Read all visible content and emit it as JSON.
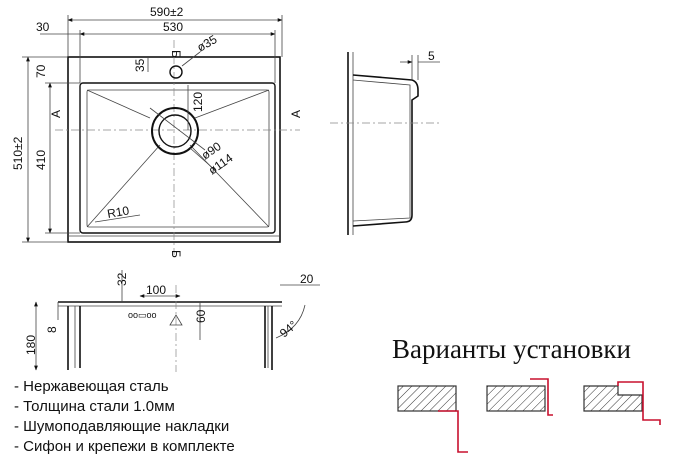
{
  "top_view": {
    "dims": {
      "overall_width": "590±2",
      "bowl_width": "530",
      "left_offset": "30",
      "overall_height": "510±2",
      "top_offset": "70",
      "bowl_height": "410",
      "tap_offset": "35",
      "tap_hole": "ø35",
      "drain_offset": "120",
      "drain_inner": "ø90",
      "drain_outer": "ø114",
      "corner_radius": "R10"
    },
    "section_marks": {
      "a": "A",
      "b": "Б"
    }
  },
  "side_view": {
    "dims": {
      "rim": "5"
    }
  },
  "section_view": {
    "dims": {
      "wall_top": "32",
      "overflow_width": "100",
      "rim_right": "20",
      "height": "180",
      "rim_thickness": "8",
      "overflow_height": "60",
      "angle": "94°"
    }
  },
  "features": [
    "- Нержавеющая сталь",
    "- Толщина стали 1.0мм",
    "- Шумоподавляющие накладки",
    "- Сифон и крепежи в комплекте"
  ],
  "installation": {
    "title": "Варианты установки"
  }
}
